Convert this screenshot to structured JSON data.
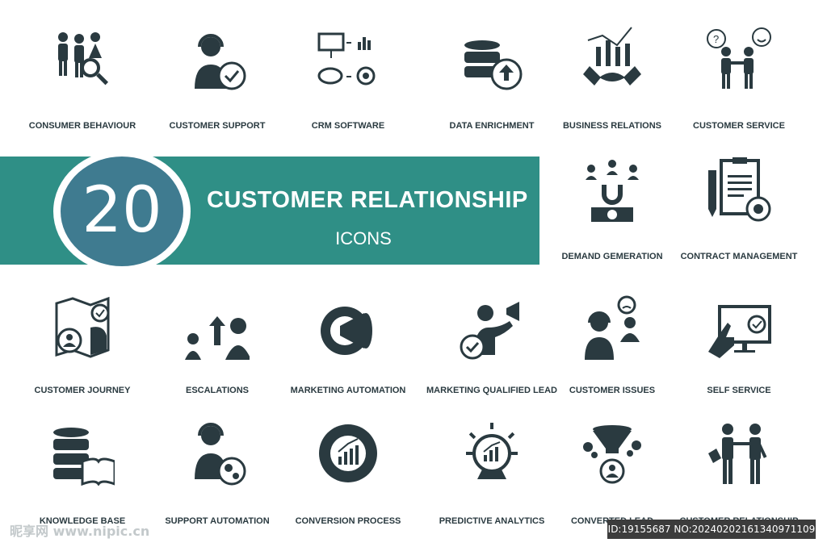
{
  "banner": {
    "number": "20",
    "title": "CUSTOMER RELATIONSHIP",
    "subtitle": "ICONS"
  },
  "icons": [
    {
      "label": "CONSUMER BEHAVIOUR",
      "icon": "people-magnifier-icon"
    },
    {
      "label": "CUSTOMER SUPPORT",
      "icon": "headset-check-icon"
    },
    {
      "label": "CRM SOFTWARE",
      "icon": "crm-flow-icon"
    },
    {
      "label": "DATA ENRICHMENT",
      "icon": "database-upload-icon"
    },
    {
      "label": "BUSINESS RELATIONS",
      "icon": "handshake-chart-icon"
    },
    {
      "label": "CUSTOMER SERVICE",
      "icon": "people-chat-icon"
    },
    {
      "label": "DEMAND GEMERATION",
      "icon": "magnet-money-icon"
    },
    {
      "label": "CONTRACT MANAGEMENT",
      "icon": "clipboard-gear-icon"
    },
    {
      "label": "CUSTOMER JOURNEY",
      "icon": "map-user-icon"
    },
    {
      "label": "ESCALATIONS",
      "icon": "people-arrow-up-icon"
    },
    {
      "label": "MARKETING AUTOMATION",
      "icon": "gear-megaphone-icon"
    },
    {
      "label": "MARKETING QUALIFIED LEAD",
      "icon": "person-megaphone-icon"
    },
    {
      "label": "CUSTOMER ISSUES",
      "icon": "headset-angry-icon"
    },
    {
      "label": "SELF SERVICE",
      "icon": "hand-monitor-icon"
    },
    {
      "label": "KNOWLEDGE BASE",
      "icon": "database-book-icon"
    },
    {
      "label": "SUPPORT AUTOMATION",
      "icon": "headset-gears-icon"
    },
    {
      "label": "CONVERSION PROCESS",
      "icon": "gear-chart-icon"
    },
    {
      "label": "PREDICTIVE ANALYTICS",
      "icon": "crystal-ball-chart-icon"
    },
    {
      "label": "CONVERTED LEAD",
      "icon": "funnel-user-icon"
    },
    {
      "label": "CUSTOMER RELATIONSHIP",
      "icon": "people-handshake-icon"
    }
  ],
  "watermark": "昵享网 www.nipic.cn",
  "id_text": "ID:19155687 NO:20240202161340971109",
  "colors": {
    "banner": "#2f8f86",
    "circle": "#3f7b90",
    "icon": "#2a3a40"
  }
}
